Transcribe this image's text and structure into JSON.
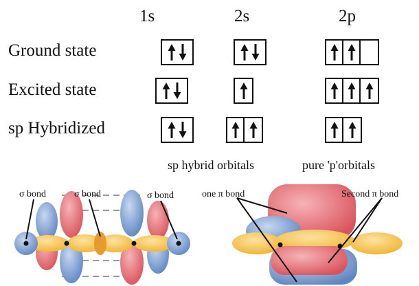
{
  "header": {
    "s1": "1s",
    "s2": "2s",
    "p2": "2p"
  },
  "rows": [
    {
      "label": "Ground state",
      "s1": [
        "up",
        "down"
      ],
      "s2": [
        "up",
        "down"
      ],
      "p": [
        "up",
        "up",
        "empty"
      ]
    },
    {
      "label": "Excited state",
      "s1": [
        "up",
        "down"
      ],
      "s2": [
        "up"
      ],
      "p": [
        "up",
        "up",
        "up"
      ]
    },
    {
      "label": "sp Hybridized",
      "s1": [
        "up",
        "down"
      ],
      "sp": [
        "up",
        "up"
      ],
      "p": [
        "up",
        "up"
      ]
    }
  ],
  "captions": {
    "sp": "sp hybrid orbitals",
    "p": "pure 'p'orbitals"
  },
  "bond_labels": {
    "sigma1": "σ bond",
    "sigma2": "σ bond",
    "sigma3": "σ bond",
    "pi1": "one π bond",
    "pi2": "Second π bond"
  },
  "colors": {
    "blue": "#6f95c9",
    "red": "#e36b72",
    "yellow": "#f5c24b",
    "line": "#111111"
  }
}
